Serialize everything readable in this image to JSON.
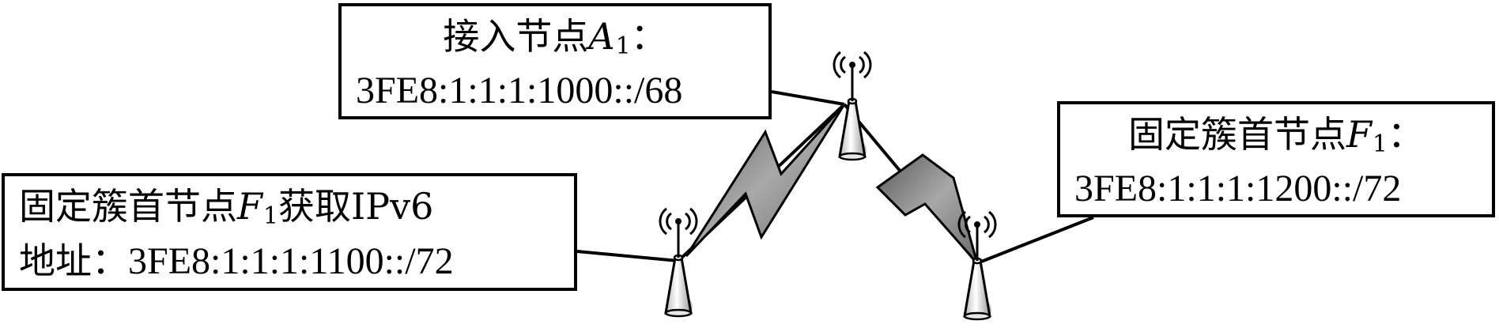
{
  "nodes": {
    "access_node": {
      "title_prefix": "接入节点",
      "var": "A",
      "sub": "1",
      "colon": "：",
      "address": "3FE8:1:1:1:1000::/68"
    },
    "left_cluster_head": {
      "title_prefix": "固定簇首节点",
      "var": "F",
      "sub": "1",
      "title_suffix": "获取IPv6",
      "address_label": "地址：",
      "address": "3FE8:1:1:1:1100::/72"
    },
    "right_cluster_head": {
      "title_prefix": "固定簇首节点",
      "var": "F",
      "sub": "1",
      "colon": "：",
      "address": "3FE8:1:1:1:1200::/72"
    }
  }
}
